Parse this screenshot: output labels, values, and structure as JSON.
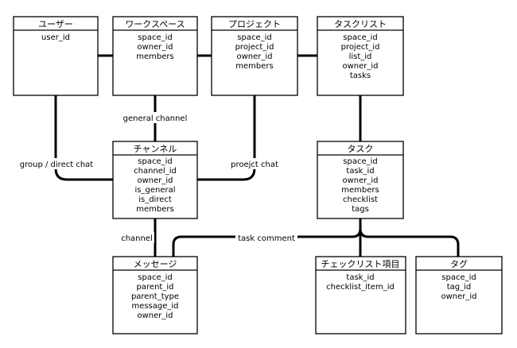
{
  "diagram": {
    "entities": [
      {
        "id": "user",
        "title": "ユーザー",
        "fields": [
          "user_id"
        ]
      },
      {
        "id": "workspace",
        "title": "ワークスペース",
        "fields": [
          "space_id",
          "owner_id",
          "members"
        ]
      },
      {
        "id": "project",
        "title": "プロジェクト",
        "fields": [
          "space_id",
          "project_id",
          "owner_id",
          "members"
        ]
      },
      {
        "id": "tasklist",
        "title": "タスクリスト",
        "fields": [
          "space_id",
          "project_id",
          "list_id",
          "owner_id",
          "tasks"
        ]
      },
      {
        "id": "channel",
        "title": "チャンネル",
        "fields": [
          "space_id",
          "channel_id",
          "owner_id",
          "is_general",
          "is_direct",
          "members"
        ]
      },
      {
        "id": "task",
        "title": "タスク",
        "fields": [
          "space_id",
          "task_id",
          "owner_id",
          "members",
          "checklist",
          "tags"
        ]
      },
      {
        "id": "message",
        "title": "メッセージ",
        "fields": [
          "space_id",
          "parent_id",
          "parent_type",
          "message_id",
          "owner_id"
        ]
      },
      {
        "id": "checklist",
        "title": "チェックリスト項目",
        "fields": [
          "task_id",
          "checklist_item_id"
        ]
      },
      {
        "id": "tag",
        "title": "タグ",
        "fields": [
          "space_id",
          "tag_id",
          "owner_id"
        ]
      }
    ],
    "edge_labels": {
      "general_channel": "general channel",
      "group_direct_chat": "group / direct chat",
      "project_chat": "proejct chat",
      "channel": "channel",
      "task_comment": "task comment"
    }
  }
}
